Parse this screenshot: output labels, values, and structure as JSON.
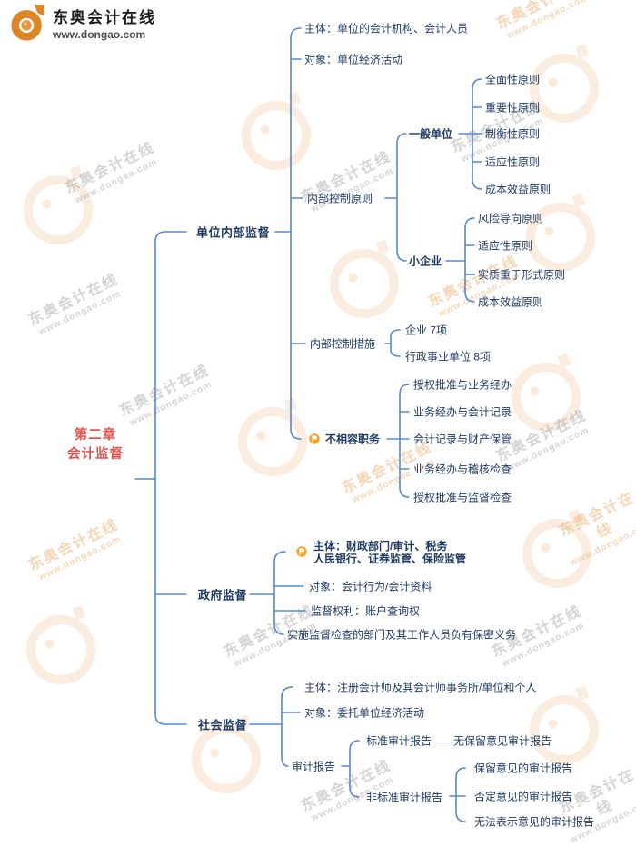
{
  "brand": {
    "name": "东奥会计在线",
    "url": "www.dongao.com"
  },
  "root": {
    "title_line1": "第二章",
    "title_line2": "会计监督"
  },
  "branches": {
    "internal": {
      "label": "单位内部监督",
      "subject": "主体：单位的会计机构、会计人员",
      "object": "对象：单位经济活动",
      "control_principles": {
        "label": "内部控制原则",
        "general_unit": {
          "label": "一般单位",
          "items": [
            "全面性原则",
            "重要性原则",
            "制衡性原则",
            "适应性原则",
            "成本效益原则"
          ]
        },
        "small_enterprise": {
          "label": "小企业",
          "items": [
            "风险导向原则",
            "适应性原则",
            "实质重于形式原则",
            "成本效益原则"
          ]
        }
      },
      "control_measures": {
        "label": "内部控制措施",
        "items": [
          "企业 7项",
          "行政事业单位 8项"
        ]
      },
      "incompatible_duties": {
        "label": "不相容职务",
        "items": [
          "授权批准与业务经办",
          "业务经办与会计记录",
          "会计记录与财产保管",
          "业务经办与稽核检查",
          "授权批准与监督检查"
        ]
      }
    },
    "government": {
      "label": "政府监督",
      "subject_line1": "主体：财政部门/审计、税务",
      "subject_line2": "人民银行、证券监管、保险监管",
      "object": "对象：会计行为/会计资料",
      "authority": "监督权利：账户查询权",
      "confidentiality": "实施监督检查的部门及其工作人员负有保密义务"
    },
    "social": {
      "label": "社会监督",
      "subject": "主体：注册会计师及其会计师事务所/单位和个人",
      "object": "对象：委托单位经济活动",
      "audit_report": {
        "label": "审计报告",
        "standard": "标准审计报告——无保留意见审计报告",
        "nonstandard": {
          "label": "非标准审计报告",
          "items": [
            "保留意见的审计报告",
            "否定意见的审计报告",
            "无法表示意见的审计报告"
          ]
        }
      }
    }
  },
  "colors": {
    "line": "#5789cf",
    "text": "#1f3a63",
    "root_text": "#e25651",
    "marker": "#f9a11d",
    "brand_orange": "#dd8628"
  }
}
